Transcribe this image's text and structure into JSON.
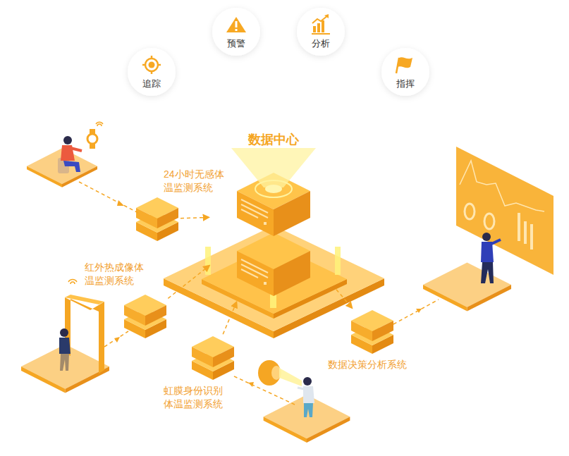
{
  "diagram": {
    "nodes": [
      {
        "text": [
          "预警"
        ]
      },
      {
        "text": [
          "分析"
        ]
      },
      {
        "text": [
          "追踪"
        ]
      },
      {
        "text": [
          "指挥"
        ]
      },
      {
        "text": [
          "数据中心"
        ]
      },
      {
        "text": [
          "24小时无感体 温监测系统"
        ]
      },
      {
        "text": [
          "红外热成像体 温监测系统"
        ]
      },
      {
        "text": [
          "虹膜身份识别 体温监测系统"
        ]
      },
      {
        "text": [
          "数据决策分析系统"
        ]
      }
    ],
    "edges": [
      {
        "from": 5,
        "to": 4,
        "arrow": "to"
      },
      {
        "from": 6,
        "to": 4,
        "arrow": "to"
      },
      {
        "from": 7,
        "to": 4,
        "arrow": "to"
      },
      {
        "from": 4,
        "to": 8,
        "arrow": "to"
      }
    ]
  }
}
